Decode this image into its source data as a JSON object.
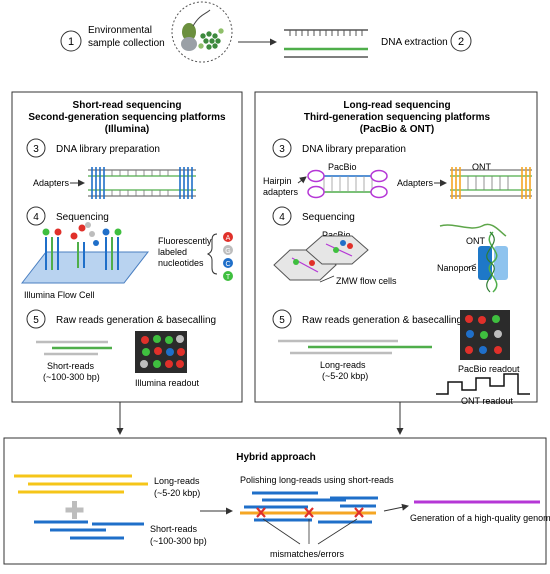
{
  "steps": {
    "env": {
      "num": "1",
      "line1": "Environmental",
      "line2": "sample collection"
    },
    "extract": {
      "num": "2",
      "label": "DNA extraction"
    }
  },
  "short_read": {
    "title1": "Short-read sequencing",
    "title2": "Second-generation sequencing platforms",
    "title3": "(Illumina)",
    "step3": {
      "num": "3",
      "label": "DNA library preparation"
    },
    "adapters_label": "Adapters",
    "step4": {
      "num": "4",
      "label": "Sequencing"
    },
    "fluor1": "Fluorescently",
    "fluor2": "labeled",
    "fluor3": "nucleotides",
    "nucleotides": [
      "A",
      "G",
      "C",
      "T"
    ],
    "flow_cell_label": "Illumina Flow Cell",
    "step5": {
      "num": "5",
      "label": "Raw reads generation & basecalling"
    },
    "reads1": "Short-reads",
    "reads2": "(~100-300 bp)",
    "readout_label": "Illumina readout"
  },
  "long_read": {
    "title1": "Long-read sequencing",
    "title2": "Third-generation sequencing platforms",
    "title3": "(PacBio & ONT)",
    "step3": {
      "num": "3",
      "label": "DNA library preparation"
    },
    "pacbio_label": "PacBio",
    "hairpin1": "Hairpin",
    "hairpin2": "adapters",
    "ont_label": "ONT",
    "adapters_label": "Adapters",
    "step4": {
      "num": "4",
      "label": "Sequencing"
    },
    "pacbio_seq_label": "PacBio",
    "zmw_label": "ZMW flow cells",
    "ont_seq_label": "ONT",
    "nanopore_label": "Nanopore",
    "step5": {
      "num": "5",
      "label": "Raw reads generation & basecalling"
    },
    "reads1": "Long-reads",
    "reads2": "(~5-20 kbp)",
    "pacbio_readout": "PacBio readout",
    "ont_readout": "ONT readout"
  },
  "hybrid": {
    "title": "Hybrid approach",
    "long1": "Long-reads",
    "long2": "(~5-20 kbp)",
    "short1": "Short-reads",
    "short2": "(~100-300 bp)",
    "polish": "Polishing long-reads using short-reads",
    "mismatch": "mismatches/errors",
    "genome": "Generation of a high-quality genome"
  },
  "colors": {
    "blue": "#1f6fc9",
    "green": "#4fae4a",
    "orange": "#f5a623",
    "yellow": "#f5c518",
    "purple": "#b537d6",
    "red": "#e0302a",
    "grey": "#bdbdbd",
    "dark": "#333333"
  }
}
